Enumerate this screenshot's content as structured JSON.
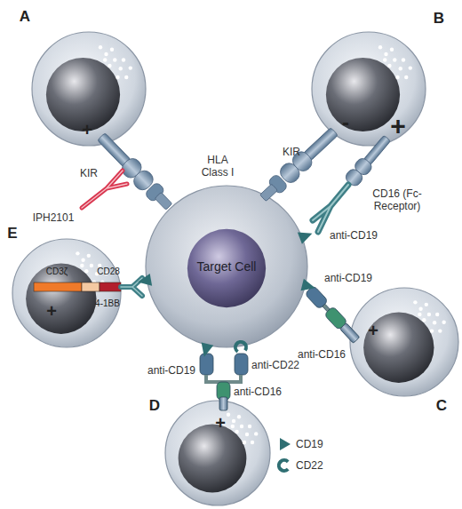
{
  "diagram": {
    "nodes": [
      {
        "text": [
          "A",
          "+"
        ]
      },
      {
        "text": [
          "B",
          "-",
          "+"
        ]
      },
      {
        "text": [
          "E",
          "CD3ζ",
          "CD28",
          "4-1BB",
          "+"
        ]
      },
      {
        "text": [
          "Target Cell"
        ]
      },
      {
        "text": [
          "C",
          "+"
        ]
      },
      {
        "text": [
          "D",
          "+"
        ]
      }
    ],
    "labels": [
      "KIR",
      "HLA Class I",
      "KIR",
      "CD16 (Fc-Receptor)",
      "IPH2101",
      "anti-CD19",
      "anti-CD19",
      "anti-CD16",
      "anti-CD19",
      "anti-CD22",
      "anti-CD16"
    ],
    "legend": [
      {
        "text": "CD19"
      },
      {
        "text": "CD22"
      }
    ]
  }
}
